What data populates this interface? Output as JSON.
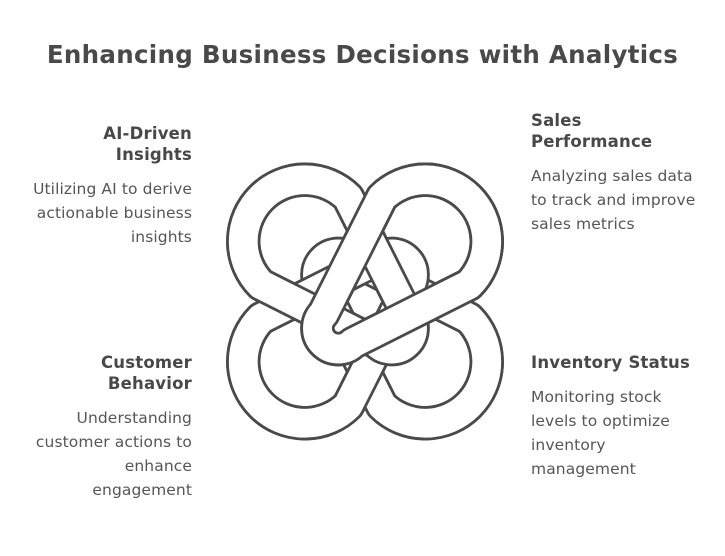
{
  "slide": {
    "title": "Enhancing Business Decisions with Analytics",
    "background_color": "#ffffff",
    "title_color": "#494949",
    "heading_color": "#484848",
    "body_color": "#565656",
    "graphic_stroke_color": "#4a4a4a"
  },
  "graphic": {
    "icon_name": "celtic-knot-icon",
    "description": "Interlocking four-loop Celtic knot outline",
    "stroke_color": "#4a4a4a"
  },
  "quadrants": [
    {
      "id": "ai-driven-insights",
      "position": "top-left",
      "align": "right",
      "heading": "AI-Driven Insights",
      "description": "Utilizing AI to derive actionable business insights"
    },
    {
      "id": "sales-performance",
      "position": "top-right",
      "align": "left",
      "heading": "Sales Performance",
      "description": "Analyzing sales data to track and improve sales metrics"
    },
    {
      "id": "customer-behavior",
      "position": "bottom-left",
      "align": "right",
      "heading": "Customer Behavior",
      "description": "Understanding customer actions to enhance engagement"
    },
    {
      "id": "inventory-status",
      "position": "bottom-right",
      "align": "left",
      "heading": "Inventory Status",
      "description": "Monitoring stock levels to optimize inventory management"
    }
  ]
}
